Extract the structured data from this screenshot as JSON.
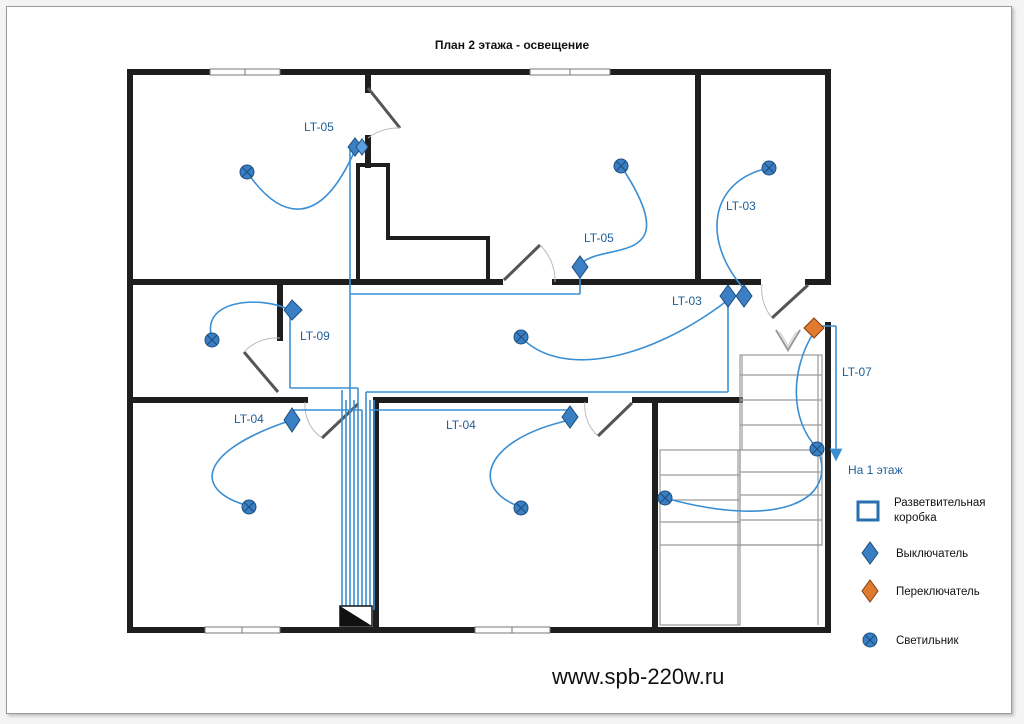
{
  "title": "План 2 этажа - освещение",
  "website": "www.spb-220w.ru",
  "labels": {
    "lt05_top": "LT-05",
    "lt05_mid": "LT-05",
    "lt03_right": "LT-03",
    "lt03_mid": "LT-03",
    "lt09": "LT-09",
    "lt04_left": "LT-04",
    "lt04_mid": "LT-04",
    "lt07": "LT-07",
    "downstairs": "На 1 этаж"
  },
  "legend": {
    "junction_box": [
      "Разветвительная",
      "коробка"
    ],
    "switch": "Выключатель",
    "changeover_switch": "Переключатель",
    "lamp": "Светильник"
  },
  "colors": {
    "wall": "#1e1e1e",
    "wire": "#3a8fd4",
    "device": "#3a7fc4",
    "changeover": "#e07a2e",
    "label": "#1f5f9a"
  }
}
